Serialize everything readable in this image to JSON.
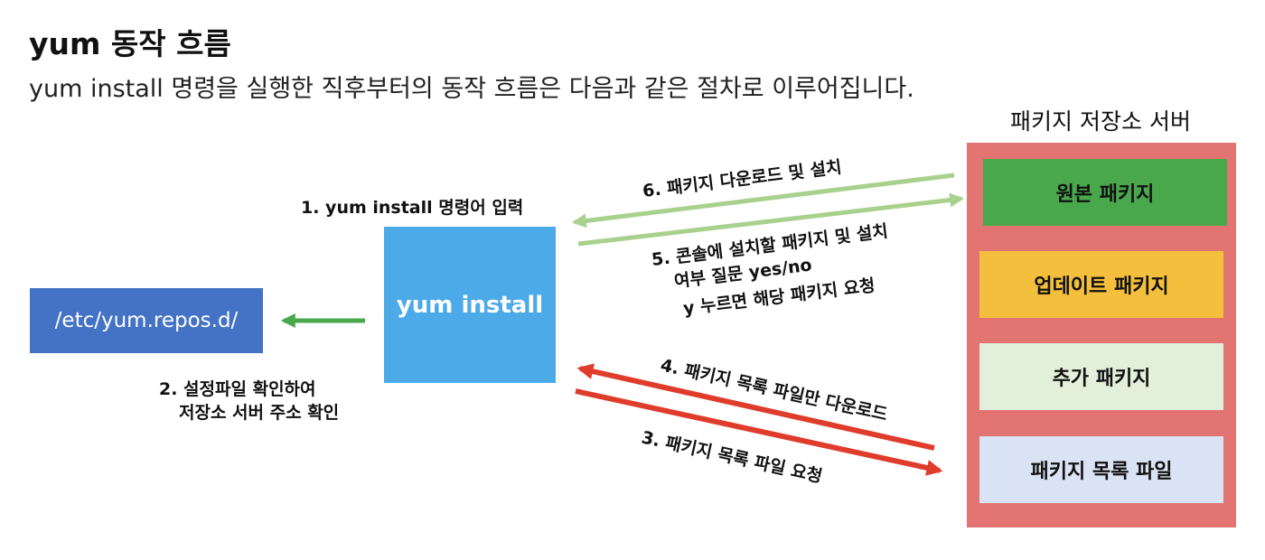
{
  "header": {
    "title": "yum 동작 흐름",
    "subtitle": "yum install 명령을 실행한 직후부터의 동작 흐름은 다음과 같은 절차로 이루어집니다."
  },
  "server": {
    "title": "패키지 저장소 서버",
    "packages": [
      "원본 패키지",
      "업데이트 패키지",
      "추가 패키지",
      "패키지 목록 파일"
    ]
  },
  "yum_box": "yum install",
  "repo_box": "/etc/yum.repos.d/",
  "steps": {
    "step1": "1. yum install 명령어 입력",
    "step2_line1": "2. 설정파일 확인하여",
    "step2_line2": "저장소 서버 주소 확인",
    "step3": "3. 패키지 목록 파일 요청",
    "step4": "4. 패키지 목록 파일만 다운로드",
    "step5_line1": "5. 콘솔에 설치할 패키지 및 설치",
    "step5_line2": "여부 질문 yes/no",
    "step5_line3": "y 누르면 해당 패키지 요청",
    "step6": "6. 패키지 다운로드 및 설치"
  },
  "colors": {
    "server_bg": "#e27571",
    "original": "#4aa84c",
    "update": "#f3bf3c",
    "extra": "#e2efda",
    "list": "#dae3f3",
    "yum": "#4daae8",
    "repo": "#4472c4",
    "arrow_green_light": "#a9d18e",
    "arrow_green_dark": "#4aa84c",
    "arrow_red": "#e03c2b"
  }
}
